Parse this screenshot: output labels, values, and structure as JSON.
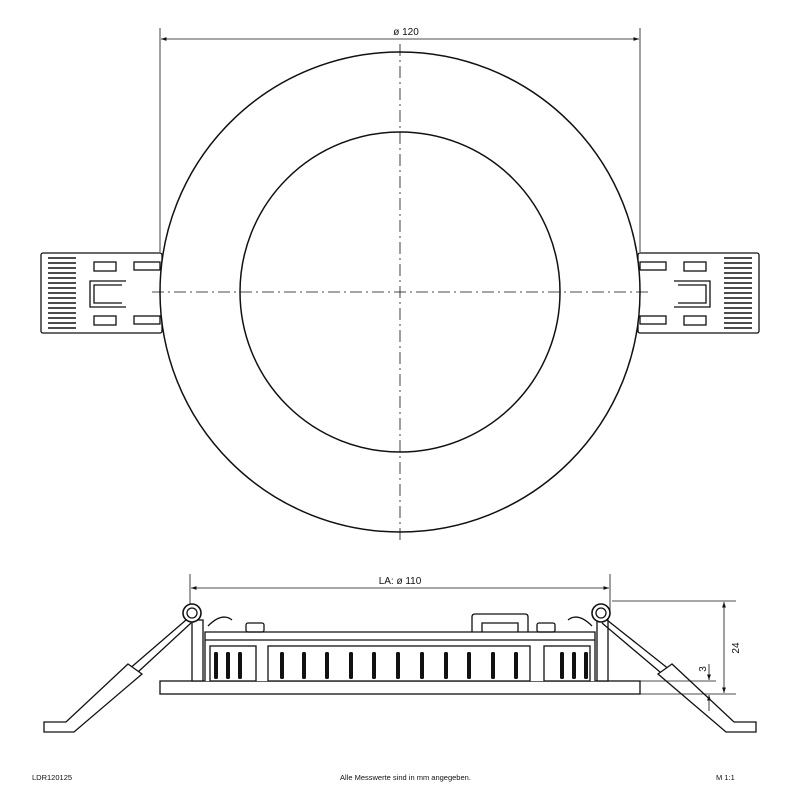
{
  "top_view": {
    "diameter_label": "ø 120"
  },
  "side_view": {
    "cutout_label": "LA: ø 110",
    "height_label": "24",
    "rim_label": "3"
  },
  "footer": {
    "product_code": "LDR120125",
    "note": "Alle Messwerte sind in mm angegeben.",
    "scale": "M 1:1"
  }
}
